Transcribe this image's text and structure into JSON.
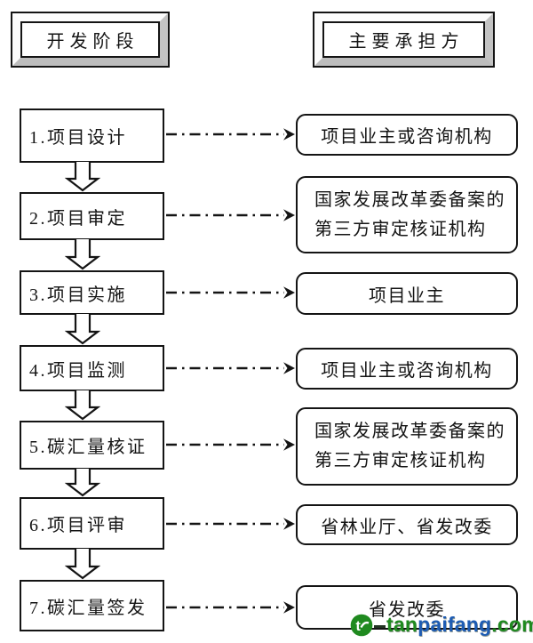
{
  "headers": {
    "left": "开发阶段",
    "right": "主要承担方"
  },
  "rows": [
    {
      "stage": "1.项目设计",
      "party_lines": [
        "项目业主或咨询机构"
      ]
    },
    {
      "stage": "2.项目审定",
      "party_lines": [
        "国家发展改革委备案的",
        "第三方审定核证机构"
      ]
    },
    {
      "stage": "3.项目实施",
      "party_lines": [
        "项目业主"
      ]
    },
    {
      "stage": "4.项目监测",
      "party_lines": [
        "项目业主或咨询机构"
      ]
    },
    {
      "stage": "5.碳汇量核证",
      "party_lines": [
        "国家发展改革委备案的",
        "第三方审定核证机构"
      ]
    },
    {
      "stage": "6.项目评审",
      "party_lines": [
        "省林业厅、省发改委"
      ]
    },
    {
      "stage": "7.碳汇量签发",
      "party_lines": [
        "省发改委"
      ]
    }
  ],
  "watermark": {
    "logo_icon": "tanpaifang-logo-icon",
    "text_parts": [
      {
        "text": "tan",
        "color": "#1f8a1f"
      },
      {
        "text": "paifang",
        "color": "#1e5cb3"
      },
      {
        "text": ".com",
        "color": "#1f8a1f"
      }
    ]
  },
  "colors": {
    "line": "#141414",
    "box_fill": "#ffffff",
    "watermark_green": "#1f8a1f",
    "watermark_blue": "#1e5cb3"
  }
}
